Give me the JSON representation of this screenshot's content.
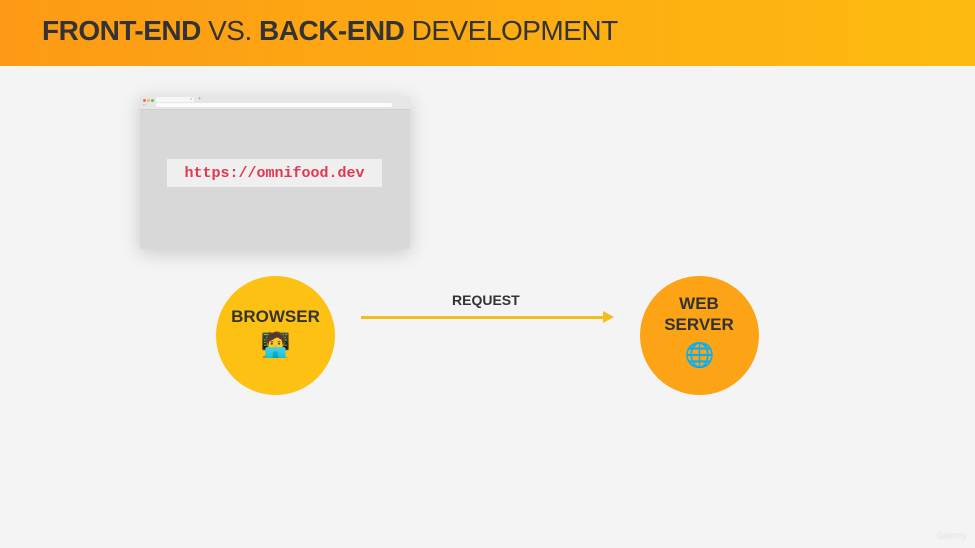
{
  "header": {
    "title_bold_1": "FRONT-END",
    "title_light_1": "VS.",
    "title_bold_2": "BACK-END",
    "title_light_2": "DEVELOPMENT"
  },
  "browser_window": {
    "url": "https://omnifood.dev"
  },
  "diagram": {
    "browser_label": "BROWSER",
    "browser_emoji": "🧑‍💻",
    "request_label": "REQUEST",
    "server_label": "WEB SERVER",
    "server_emoji": "🌐"
  },
  "colors": {
    "header_start": "#fd9a15",
    "header_end": "#fdbb10",
    "browser_circle": "#fdc113",
    "server_circle": "#fca316",
    "arrow": "#f3bd1e",
    "url_text": "#e2374f"
  },
  "watermark": "ûdemy"
}
